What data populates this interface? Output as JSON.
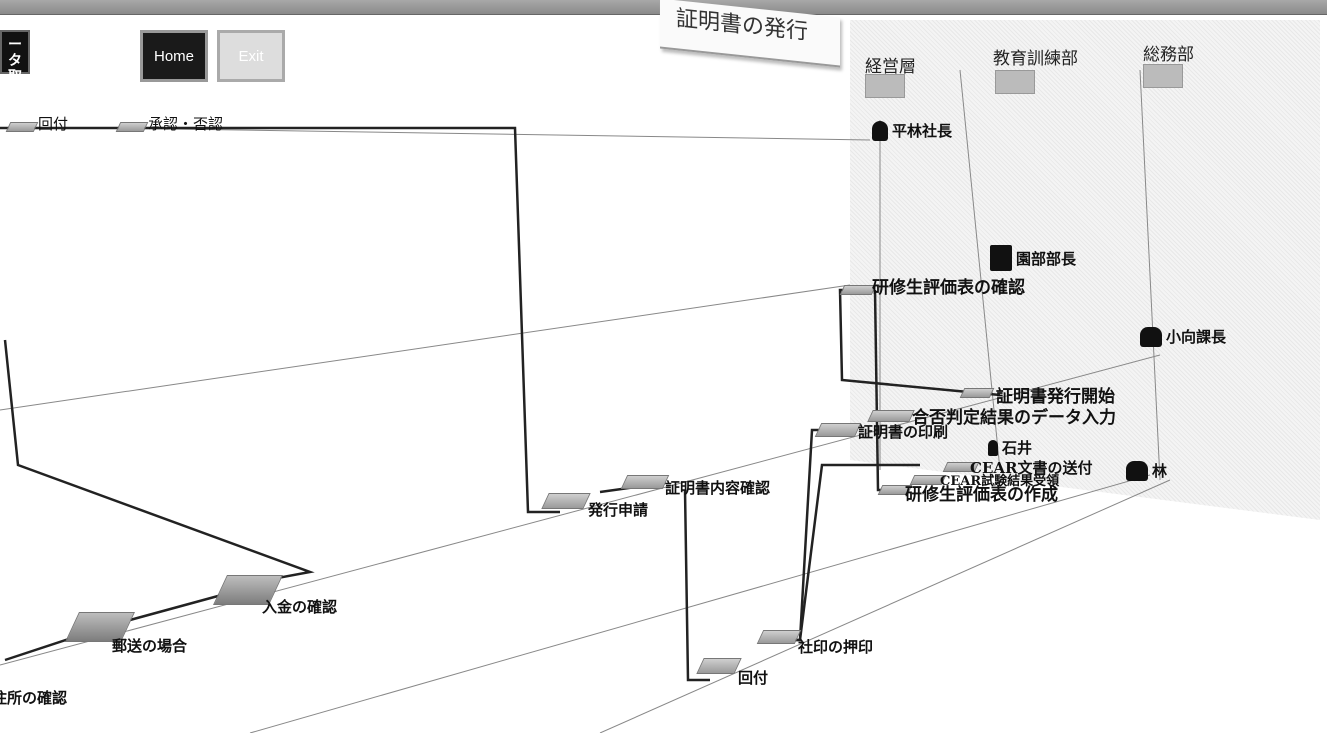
{
  "window": {
    "title_fragment": ""
  },
  "toolbar": {
    "data_label": "ータ\n取",
    "home_label": "Home",
    "exit_label": "Exit"
  },
  "banner": {
    "title": "証明書の発行"
  },
  "left_header": {
    "item1": "回付",
    "item2": "承認・否認"
  },
  "departments": [
    "経営層",
    "教育訓練部",
    "総務部"
  ],
  "people": {
    "president": "平林社長",
    "dept_head": "園部部長",
    "section_chief": "小向課長",
    "ishii": "石井",
    "hayashi": "林"
  },
  "tasks": {
    "review_eval": "研修生評価表の確認",
    "start_issue": "証明書発行開始",
    "data_entry": "合否判定結果のデータ入力",
    "print_cert": "証明書の印刷",
    "send_cear": "CEAR文書の送付",
    "receive_results": "CEAR試験結果受領",
    "create_eval": "研修生評価表の作成",
    "confirm_content": "証明書内容確認",
    "issue_request": "発行申請",
    "confirm_payment": "入金の確認",
    "by_mail": "郵送の場合",
    "confirm_address": "住所の確認",
    "company_seal": "社印の押印",
    "circulate": "回付"
  }
}
